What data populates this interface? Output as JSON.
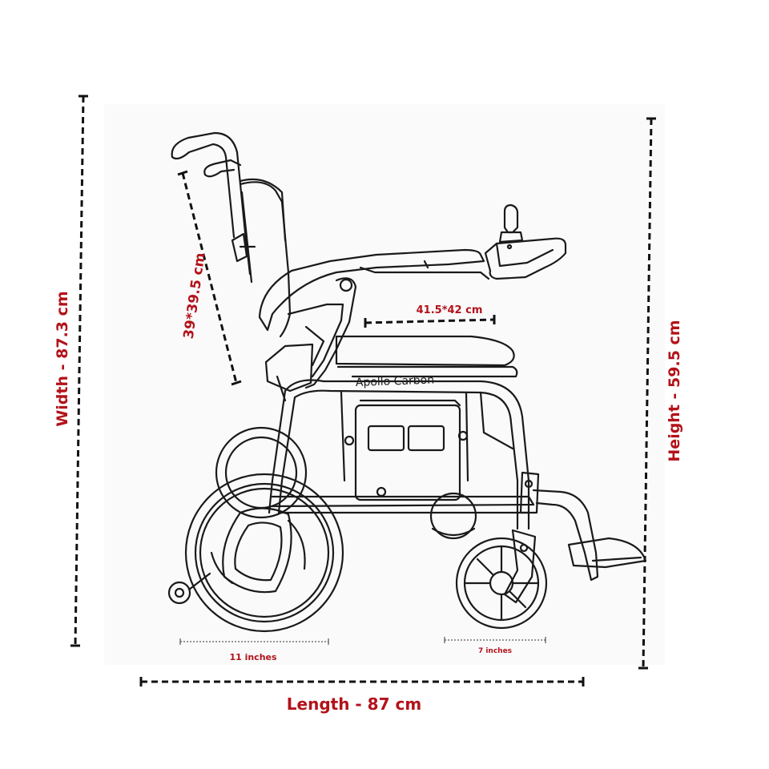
{
  "product": {
    "brand_label": "Apollo Carbon"
  },
  "dimensions": {
    "width": "Width - 87.3 cm",
    "height": "Height - 59.5 cm",
    "length": "Length - 87 cm",
    "backrest": "39*39.5 cm",
    "seat": "41.5*42 cm",
    "rear_wheel": "11 inches",
    "front_wheel": "7 inches"
  },
  "colors": {
    "dimension_text": "#b3121a",
    "line": "#1a1a1a",
    "background": "#ffffff"
  }
}
